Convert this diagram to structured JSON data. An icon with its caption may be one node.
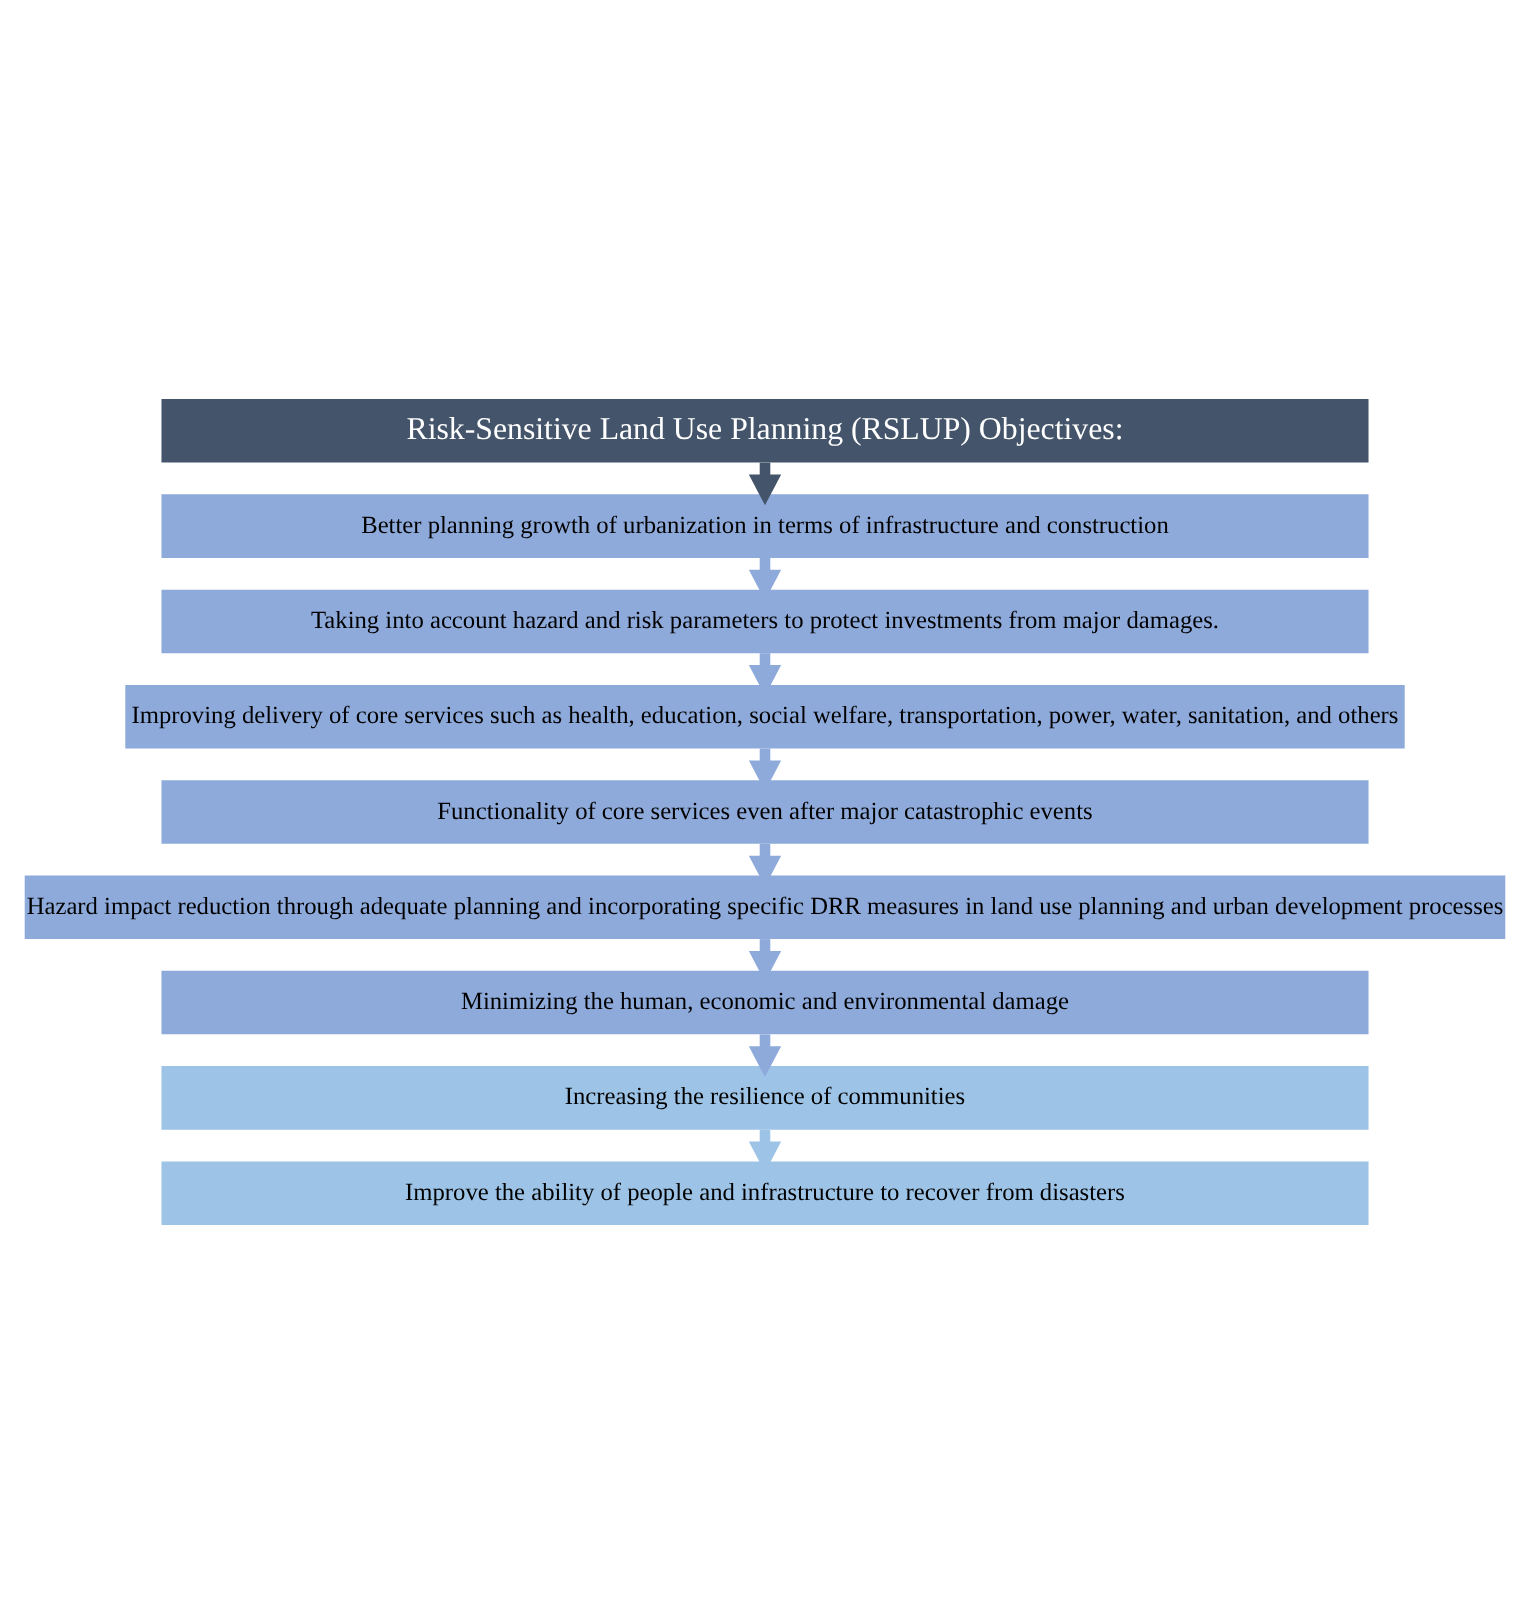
{
  "diagram": {
    "nodes": [
      {
        "text": [
          "Risk-Sensitive Land Use Planning (RSLUP) Objectives:"
        ]
      },
      {
        "text": [
          "Better planning growth of urbanization in terms of infrastructure and construction"
        ]
      },
      {
        "text": [
          "Taking into account hazard and risk parameters to protect investments from major damages."
        ]
      },
      {
        "text": [
          "Improving delivery of core services such as health, education, social welfare, transportation, power, water, sanitation, and others"
        ]
      },
      {
        "text": [
          "Functionality of core services even after major catastrophic events"
        ]
      },
      {
        "text": [
          "Hazard impact reduction through adequate planning and incorporating specific DRR measures in land use planning and urban development processes"
        ]
      },
      {
        "text": [
          "Minimizing the human, economic and environmental damage"
        ]
      },
      {
        "text": [
          "Increasing the resilience of communities"
        ]
      },
      {
        "text": [
          "Improve the ability of people and infrastructure to recover from disasters"
        ]
      }
    ],
    "edges": [
      {
        "from": 0,
        "to": 1,
        "arrow": "to",
        "color": "#44546a"
      },
      {
        "from": 1,
        "to": 2,
        "arrow": "to"
      },
      {
        "from": 2,
        "to": 3,
        "arrow": "to"
      },
      {
        "from": 3,
        "to": 4,
        "arrow": "to"
      },
      {
        "from": 4,
        "to": 5,
        "arrow": "to"
      },
      {
        "from": 5,
        "to": 6,
        "arrow": "to"
      },
      {
        "from": 6,
        "to": 7,
        "arrow": "to"
      },
      {
        "from": 7,
        "to": 8,
        "arrow": "to",
        "color": "#9dc3e6"
      }
    ]
  }
}
